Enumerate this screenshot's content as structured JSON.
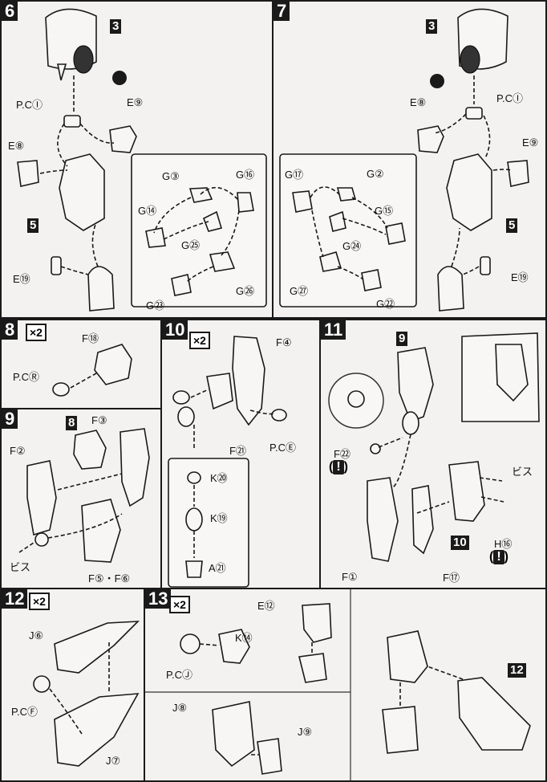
{
  "steps": {
    "s6": {
      "number": "6",
      "box_3": "3",
      "box_5": "5",
      "labels": {
        "pc": "P.CⒾ",
        "e9": "E⑨",
        "e8": "E⑧",
        "e19": "E⑲"
      },
      "inset": {
        "g3": "G③",
        "g16": "G⑯",
        "g14": "G⑭",
        "g25": "G㉕",
        "g26": "G㉖",
        "g23": "G㉓"
      }
    },
    "s7": {
      "number": "7",
      "box_3": "3",
      "box_5": "5",
      "labels": {
        "e8": "E⑧",
        "pc": "P.CⒾ",
        "e9": "E⑨",
        "e19": "E⑲"
      },
      "inset": {
        "g17": "G⑰",
        "g2": "G②",
        "g15": "G⑮",
        "g24": "G㉔",
        "g27": "G㉗",
        "g22": "G㉒"
      }
    },
    "s8": {
      "number": "8",
      "mult": "×2",
      "labels": {
        "f18": "F⑱",
        "pc": "P.CⓇ"
      }
    },
    "s9": {
      "number": "9",
      "box_8": "8",
      "labels": {
        "f3": "F③",
        "f2": "F②",
        "screw": "ビス",
        "f56": "F⑤・F⑥"
      }
    },
    "s10": {
      "number": "10",
      "mult": "×2",
      "labels": {
        "f4": "F④",
        "f21": "F㉑",
        "pc": "P.CⒺ",
        "k20": "K⑳",
        "k19": "K⑲",
        "a21": "A㉑"
      }
    },
    "s11": {
      "number": "11",
      "box_9": "9",
      "box_10": "10",
      "warn": "!",
      "warn2": "!",
      "labels": {
        "f22": "F㉒",
        "screw": "ビス",
        "h16": "H⑯",
        "f1": "F①",
        "f17": "F⑰"
      }
    },
    "s12": {
      "number": "12",
      "mult": "×2",
      "labels": {
        "j6": "J⑥",
        "pc": "P.CⒻ",
        "j7": "J⑦"
      }
    },
    "s13": {
      "number": "13",
      "mult": "×2",
      "box_12": "12",
      "labels": {
        "e12": "E⑫",
        "k14": "K⑭",
        "pc": "P.CⒿ",
        "j8": "J⑧",
        "j9": "J⑨"
      }
    }
  }
}
